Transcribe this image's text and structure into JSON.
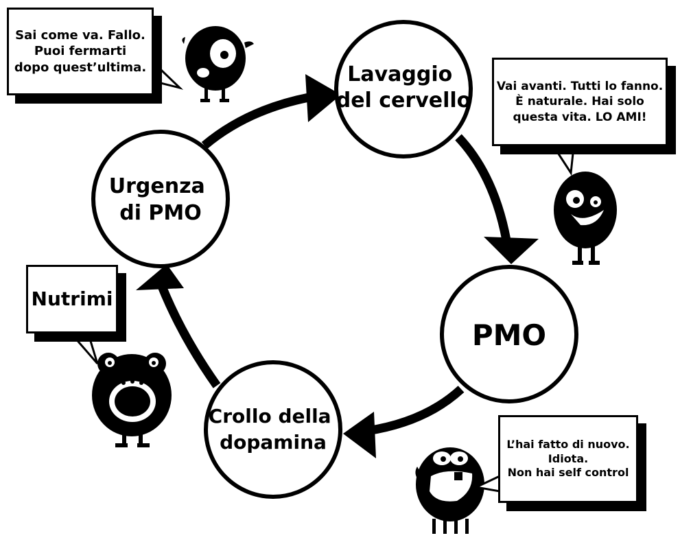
{
  "nodes": {
    "brainwash": [
      "Lavaggio",
      "del cervello"
    ],
    "pmo": [
      "PMO"
    ],
    "dopamine_crash": [
      "Crollo della",
      "dopamina"
    ],
    "urge": [
      "Urgenza",
      "di PMO"
    ]
  },
  "bubbles": {
    "top_left": [
      "Sai come va. Fallo.",
      "Puoi fermarti",
      "dopo quest’ultima."
    ],
    "top_right": [
      "Vai avanti. Tutti lo fanno.",
      "È naturale. Hai solo",
      "questa vita. LO AMI!"
    ],
    "left": [
      "Nutrimi"
    ],
    "bottom_right": [
      "L’hai fatto di nuovo.",
      "Idiota.",
      "Non hai self control"
    ]
  },
  "colors": {
    "ink": "#000000",
    "paper": "#ffffff"
  }
}
